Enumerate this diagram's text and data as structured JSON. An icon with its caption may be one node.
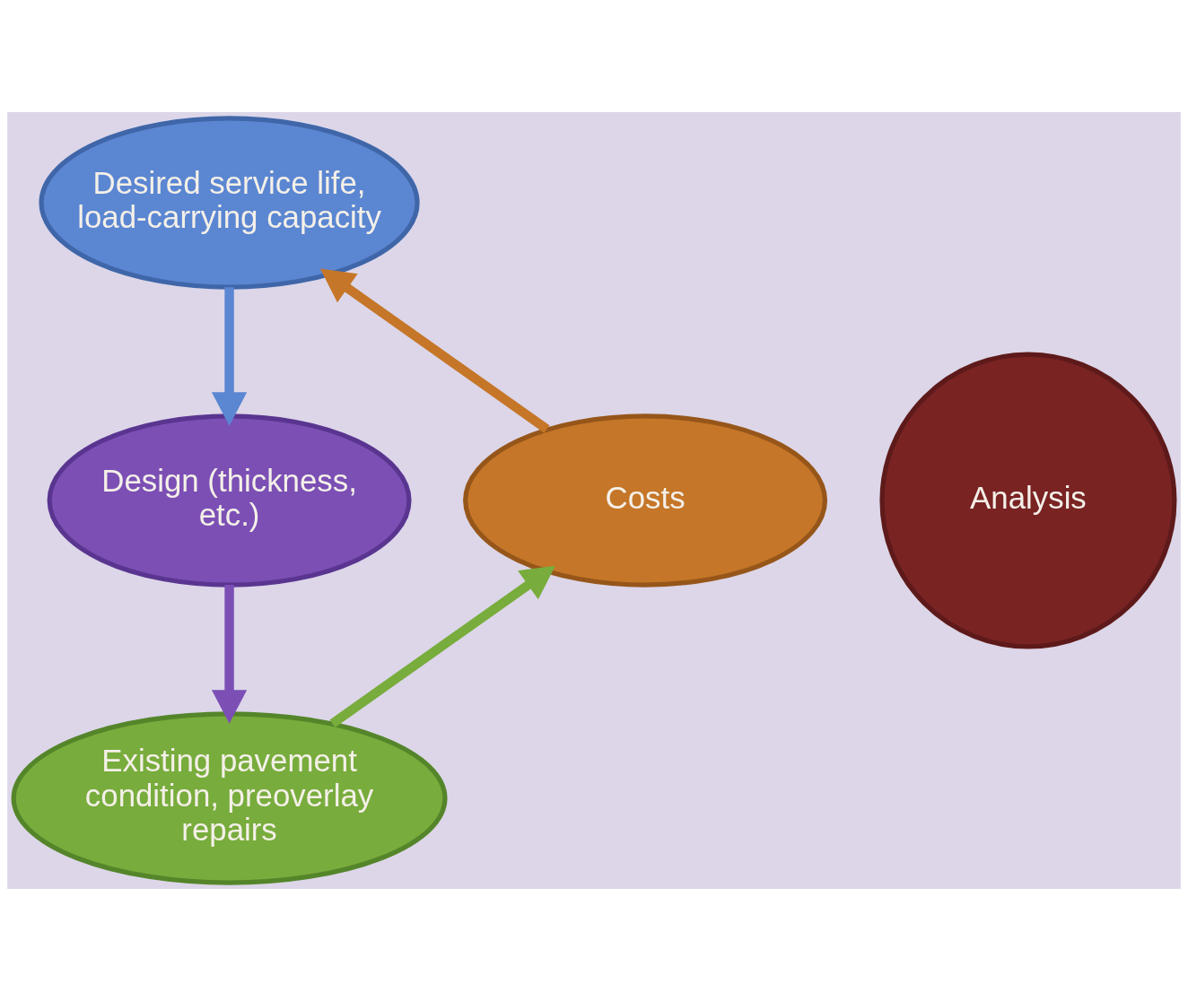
{
  "diagram": {
    "nodes": [
      {
        "text": [
          "Analysis"
        ]
      },
      {
        "text": [
          "Desired service life, load-carrying capacity"
        ]
      },
      {
        "text": [
          "Design (thickness, etc.)"
        ]
      },
      {
        "text": [
          "Existing pavement condition, preoverlay repairs"
        ]
      },
      {
        "text": [
          "Costs"
        ]
      }
    ],
    "edges": [
      {
        "from": 1,
        "to": 2,
        "arrow": "to",
        "color": "#5b86d2"
      },
      {
        "from": 2,
        "to": 3,
        "arrow": "to",
        "color": "#7c4fb5"
      },
      {
        "from": 3,
        "to": 4,
        "arrow": "to",
        "color": "#78ac3c"
      },
      {
        "from": 4,
        "to": 1,
        "arrow": "to",
        "color": "#c57628"
      }
    ]
  }
}
